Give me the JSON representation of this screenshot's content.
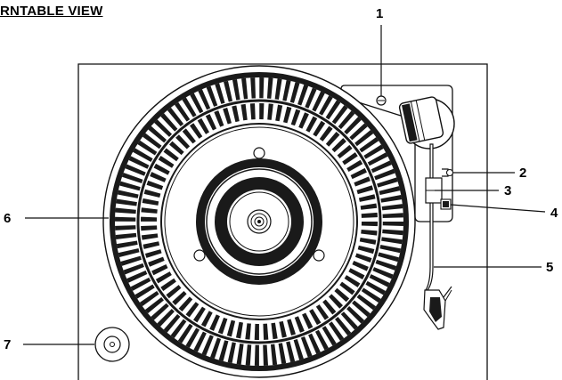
{
  "title": "RNTABLE VIEW",
  "callouts": [
    "1",
    "2",
    "3",
    "4",
    "5",
    "6",
    "7"
  ]
}
